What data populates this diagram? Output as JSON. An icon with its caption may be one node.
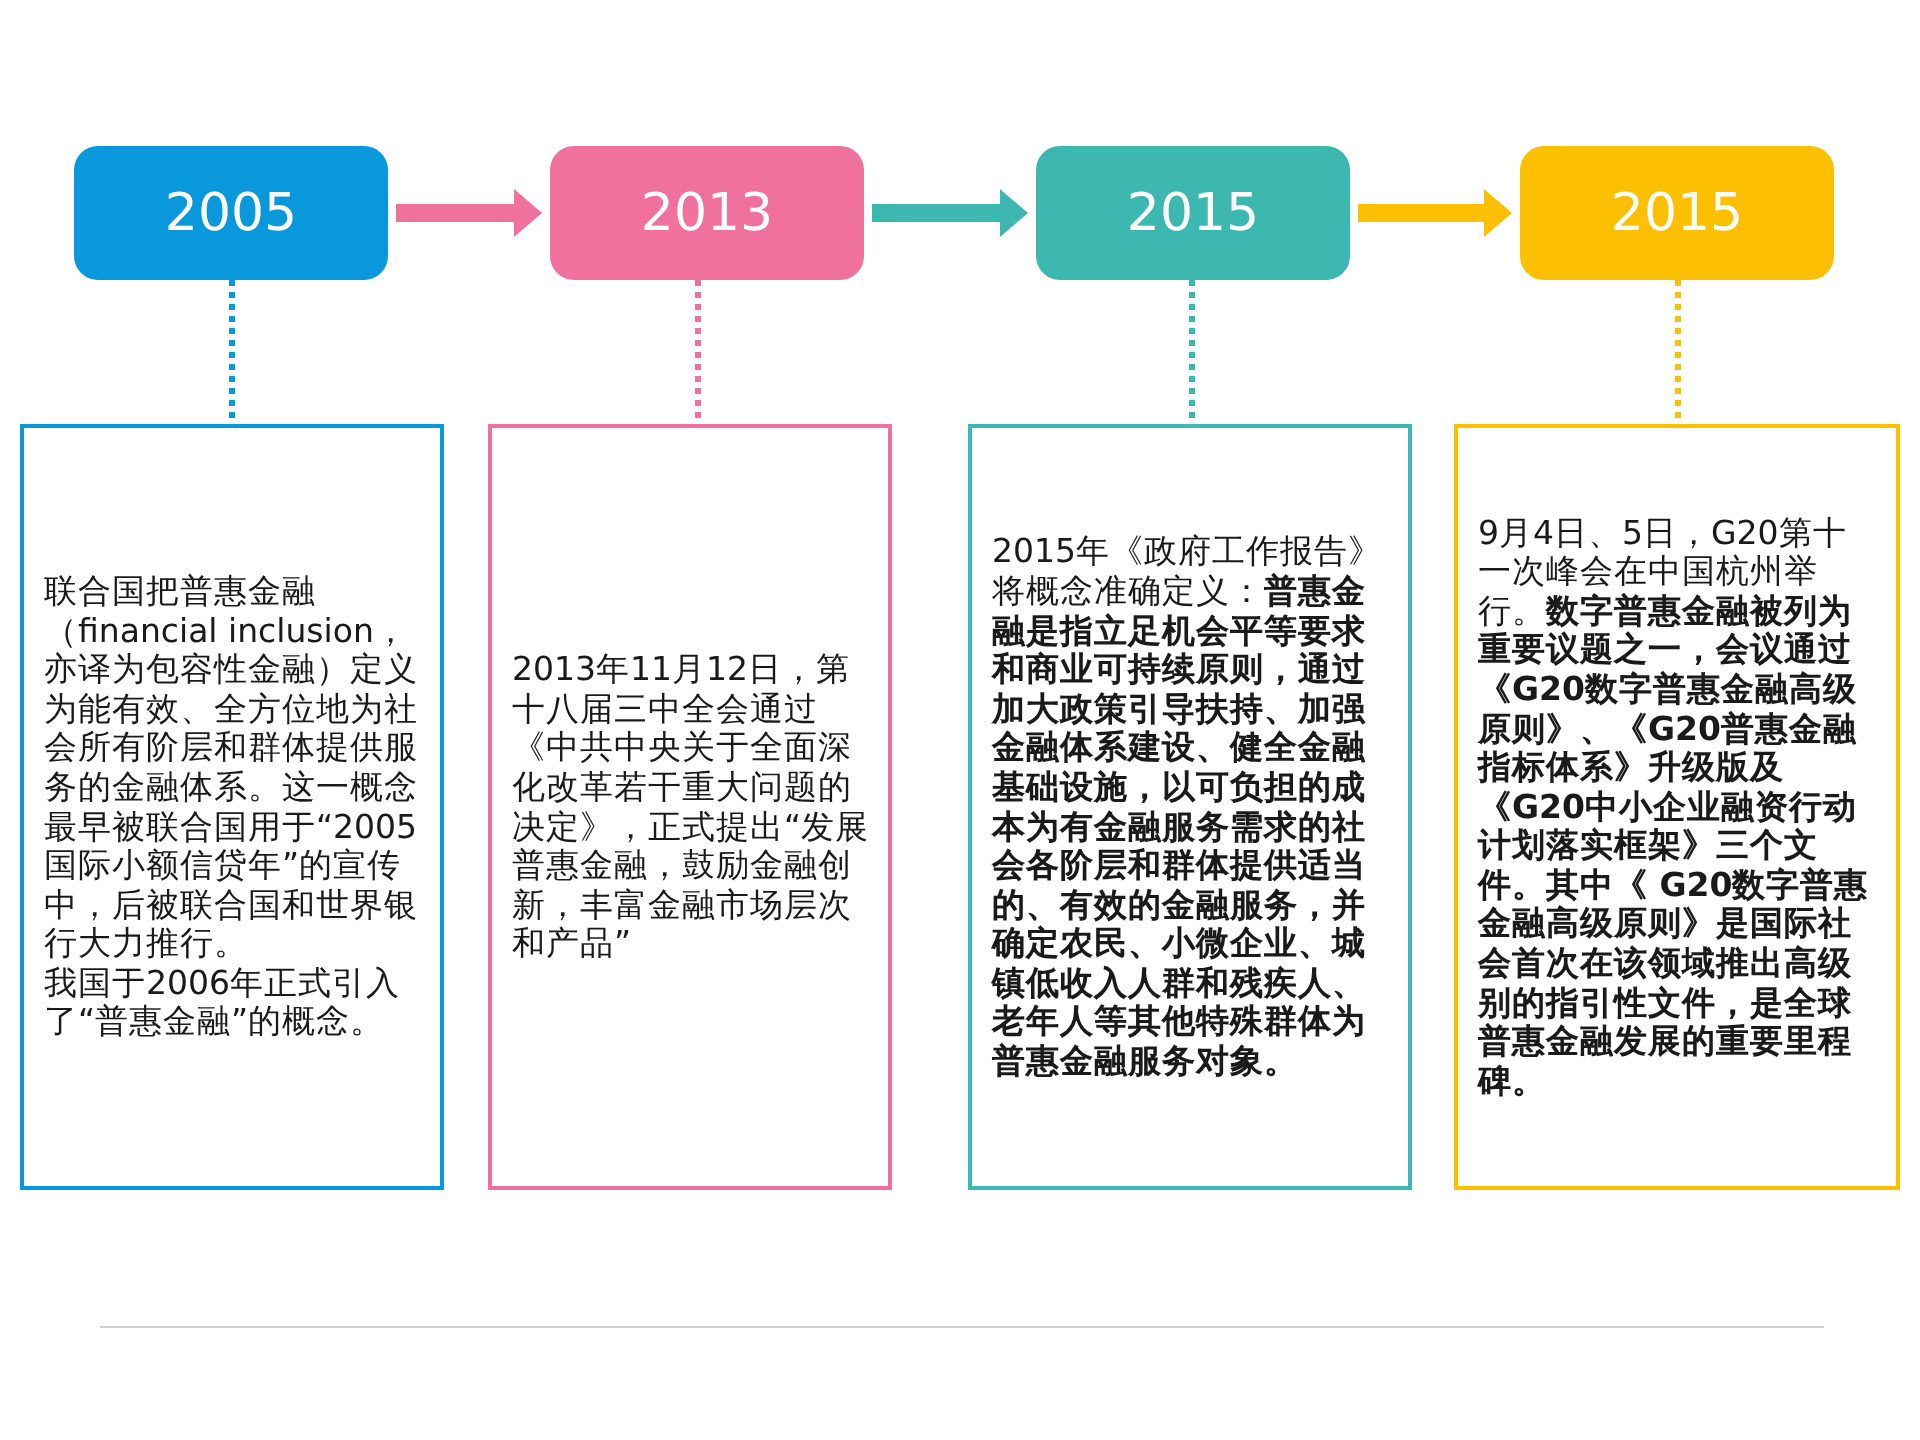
{
  "diagram": {
    "nodes": [
      {
        "text": [
          "2005"
        ]
      },
      {
        "text": [
          "2013"
        ]
      },
      {
        "text": [
          "2015"
        ]
      },
      {
        "text": [
          "2015"
        ]
      },
      {
        "text": [
          "联合国把普惠金融（financial inclusion，亦译为包容性金融）定义为能有效、全方位地为社会所有阶层和群体提供服务的金融体系。这一概念最早被联合国用于“2005 国际小额信贷年”的宣传中，后被联合国和世界银行大力推行。",
          "我国于2006年正式引入了“普惠金融”的概念。"
        ]
      },
      {
        "text": [
          "2013年11月12日，第十八届三中全会通过《中共中央关于全面深化改革若干重大问题的决定》，正式提出“发展普惠金融，鼓励金融创新，丰富金融市场层次和产品”"
        ]
      },
      {
        "text": [
          "2015年《政府工作报告》将概念准确定义：**普惠金融是指立足机会平等要求和商业可持续原则，通过加大政策引导扶持、加强金融体系建设、健全金融基础设施，以可负担的成本为有金融服务需求的社会各阶层和群体提供适当的、有效的金融服务，并确定农民、小微企业、城镇低收入人群和残疾人、老年人等其他特殊群体为普惠金融服务对象。**"
        ]
      },
      {
        "text": [
          "9月4日、5日，G20第十一次峰会在中国杭州举行。**数字普惠金融被列为重要议题之一，会议通过《G20数字普惠金融高级原则》、《G20普惠金融指标体系》升级版及《G20中小企业融资行动计划落实框架》三个文件。其中《 G20数字普惠金融高级原则》是国际社会首次在该领域推出高级别的指引性文件，是全球普惠金融发展的重要里程碑。**"
        ]
      }
    ],
    "edges": [
      {
        "from": 0,
        "to": 1,
        "arrow": "to",
        "style": "thick",
        "color": "#f0719b"
      },
      {
        "from": 1,
        "to": 2,
        "arrow": "to",
        "style": "thick",
        "color": "#3cb8b1"
      },
      {
        "from": 2,
        "to": 3,
        "arrow": "to",
        "style": "thick",
        "color": "#fcc000"
      },
      {
        "from": 0,
        "to": 4,
        "arrow": "none",
        "style": "dashed",
        "color": "#0a98dd"
      },
      {
        "from": 1,
        "to": 5,
        "arrow": "none",
        "style": "dashed",
        "color": "#f0719b"
      },
      {
        "from": 2,
        "to": 6,
        "arrow": "none",
        "style": "dashed",
        "color": "#3cb8b1"
      },
      {
        "from": 3,
        "to": 7,
        "arrow": "none",
        "style": "dashed",
        "color": "#fcc000"
      }
    ]
  }
}
